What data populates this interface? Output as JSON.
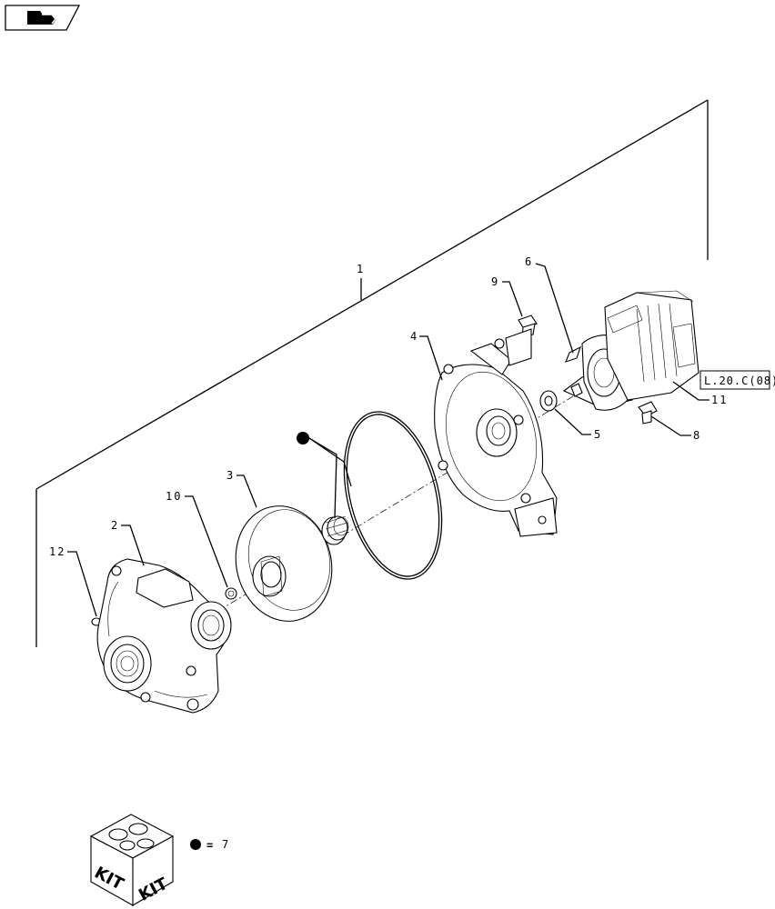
{
  "nav": {
    "icon": "back-arrow-icon"
  },
  "callouts": {
    "c1": "1",
    "c2": "2",
    "c3": "3",
    "c4": "4",
    "c5": "5",
    "c6": "6",
    "c8": "8",
    "c9": "9",
    "c10": "10",
    "c11": "11",
    "c12": "12"
  },
  "reference": {
    "label": "L.20.C(08)"
  },
  "kit": {
    "left": "KIT",
    "right": "KIT",
    "icon": "kit-box-icon"
  },
  "legend": {
    "symbol": "filled-circle-icon",
    "equals": "=",
    "value": "7"
  }
}
